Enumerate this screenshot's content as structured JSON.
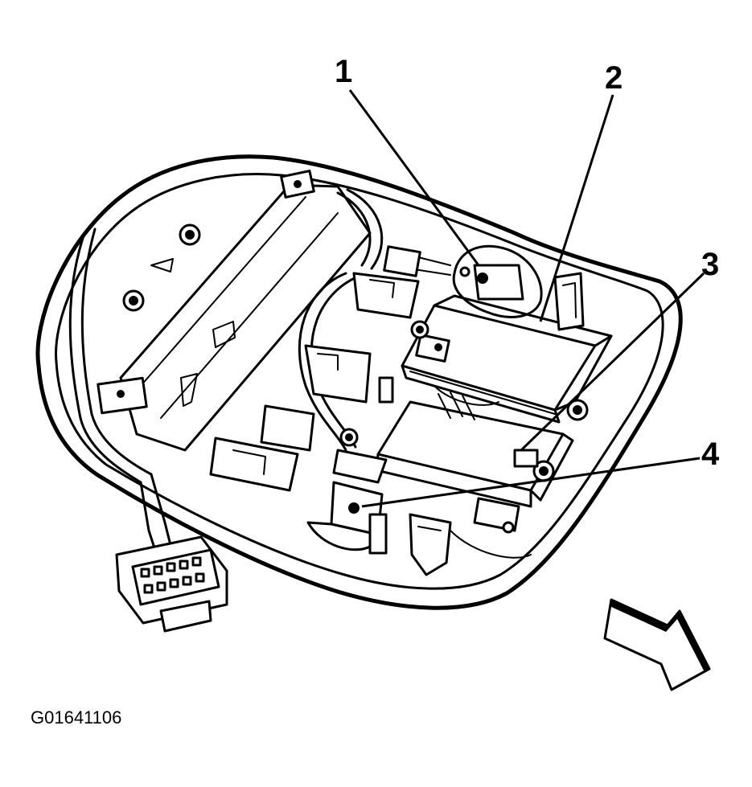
{
  "callouts": [
    {
      "label": "1"
    },
    {
      "label": "2"
    },
    {
      "label": "3"
    },
    {
      "label": "4"
    }
  ],
  "figure_code": "G01641106",
  "icons": {
    "direction_arrow": "front-direction-arrow-icon",
    "connector": "wiring-connector-icon"
  },
  "colors": {
    "ink": "#000000",
    "background": "#ffffff"
  }
}
